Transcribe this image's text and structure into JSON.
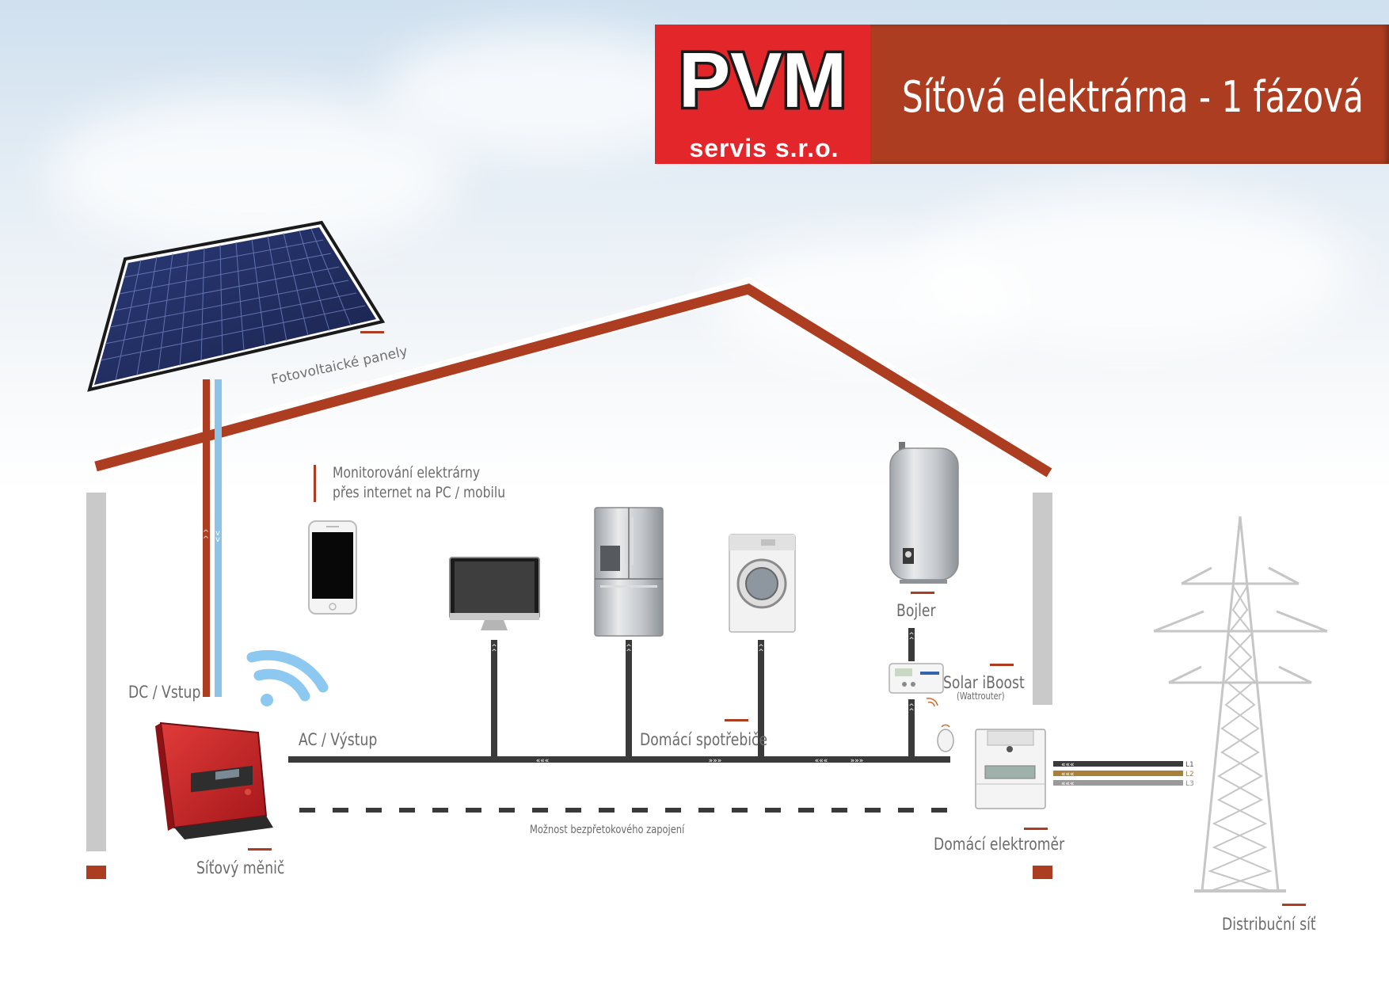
{
  "header": {
    "logo_main": "PVM",
    "logo_sub": "servis s.r.o.",
    "title": "Síťová elektrárna - 1 fázová"
  },
  "labels": {
    "panels": "Fotovoltaické panely",
    "monitoring_line1": "Monitorování elektrárny",
    "monitoring_line2": "přes internet na PC / mobilu",
    "dc_input": "DC / Vstup",
    "ac_output": "AC  / Výstup",
    "inverter": "Síťový měnič",
    "appliances": "Domácí spotřebiče",
    "boiler": "Bojler",
    "iboost": "Solar iBoost",
    "iboost_sub": "(Wattrouter)",
    "meter": "Domácí elektroměr",
    "zero_export": "Možnost bezpřetokového zapojení",
    "grid": "Distribuční síť",
    "phases": [
      "L1",
      "L2",
      "L3"
    ]
  },
  "colors": {
    "brand_red": "#e3262a",
    "rust": "#ad3d20",
    "wire_dark": "#3a3a3a",
    "dc_blue": "#8cc4e8",
    "wall_gray": "#c9c9c9",
    "phase_l2": "#a8803a",
    "phase_l3": "#9a9a9a"
  },
  "icons": [
    "solar-panel-icon",
    "smartphone-icon",
    "wifi-icon",
    "monitor-icon",
    "fridge-icon",
    "washing-machine-icon",
    "boiler-icon",
    "iboost-icon",
    "inverter-icon",
    "energy-meter-icon",
    "pylon-icon"
  ]
}
